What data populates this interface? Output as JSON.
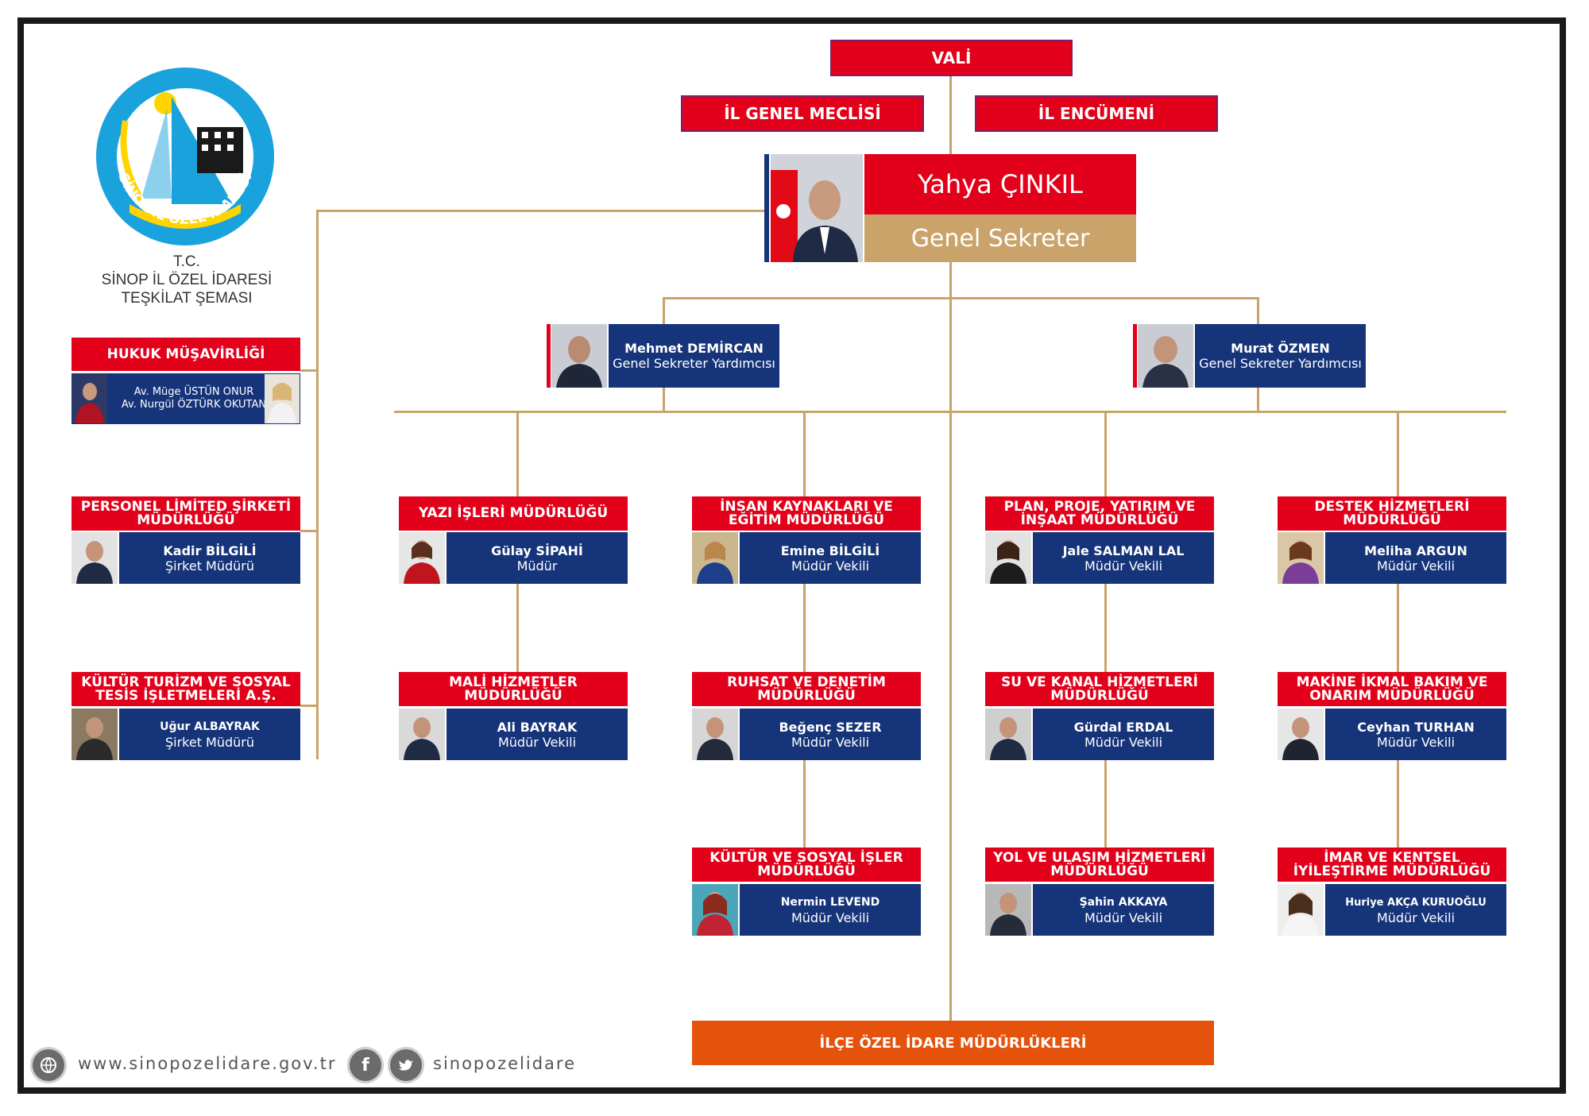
{
  "org": {
    "tc": "T.C.",
    "line1": "SİNOP İL ÖZEL İDARESİ",
    "line2": "TEŞKİLAT ŞEMASI",
    "logo_text": "SİNOP İL ÖZEL İDARESİ"
  },
  "top": {
    "vali": "VALİ",
    "meclis": "İL GENEL MECLİSİ",
    "encumen": "İL ENCÜMENİ"
  },
  "gs": {
    "name": "Yahya ÇINKIL",
    "title": "Genel Sekreter"
  },
  "gsy": [
    {
      "name": "Mehmet DEMİRCAN",
      "title": "Genel Sekreter Yardımcısı"
    },
    {
      "name": "Murat ÖZMEN",
      "title": "Genel Sekreter Yardımcısı"
    }
  ],
  "left": {
    "hukuk": {
      "unit": "HUKUK MÜŞAVİRLİĞİ",
      "p1": "Av. Müge ÜSTÜN ONUR",
      "p2": "Av. Nurgül ÖZTÜRK OKUTAN"
    },
    "personel": {
      "unit": "PERSONEL LİMİTED ŞİRKETİ MÜDÜRLÜĞÜ",
      "name": "Kadir BİLGİLİ",
      "title": "Şirket Müdürü"
    },
    "kultur_as": {
      "unit": "KÜLTÜR TURİZM VE SOSYAL TESİS İŞLETMELERİ A.Ş.",
      "name": "Uğur ALBAYRAK",
      "title": "Şirket Müdürü"
    }
  },
  "units": {
    "yazi": {
      "unit": "YAZI İŞLERİ MÜDÜRLÜĞÜ",
      "name": "Gülay SİPAHİ",
      "title": "Müdür"
    },
    "mali": {
      "unit": "MALİ HİZMETLER MÜDÜRLÜĞÜ",
      "name": "Ali BAYRAK",
      "title": "Müdür Vekili"
    },
    "insan": {
      "unit": "İNSAN KAYNAKLARI VE EĞİTİM MÜDÜRLÜĞÜ",
      "name": "Emine BİLGİLİ",
      "title": "Müdür Vekili"
    },
    "ruhsat": {
      "unit": "RUHSAT VE DENETİM MÜDÜRLÜĞÜ",
      "name": "Beğenç SEZER",
      "title": "Müdür Vekili"
    },
    "kultur": {
      "unit": "KÜLTÜR VE SOSYAL İŞLER MÜDÜRLÜĞÜ",
      "name": "Nermin LEVEND",
      "title": "Müdür Vekili"
    },
    "plan": {
      "unit": "PLAN, PROJE, YATIRIM VE İNŞAAT MÜDÜRLÜĞÜ",
      "name": "Jale SALMAN LAL",
      "title": "Müdür Vekili"
    },
    "su": {
      "unit": "SU VE KANAL HİZMETLERİ MÜDÜRLÜĞÜ",
      "name": "Gürdal ERDAL",
      "title": "Müdür Vekili"
    },
    "yol": {
      "unit": "YOL VE ULAŞIM HİZMETLERİ MÜDÜRLÜĞÜ",
      "name": "Şahin AKKAYA",
      "title": "Müdür Vekili"
    },
    "destek": {
      "unit": "DESTEK HİZMETLERİ MÜDÜRLÜĞÜ",
      "name": "Meliha ARGUN",
      "title": "Müdür Vekili"
    },
    "makine": {
      "unit": "MAKİNE İKMAL BAKIM VE ONARIM MÜDÜRLÜĞÜ",
      "name": "Ceyhan TURHAN",
      "title": "Müdür Vekili"
    },
    "imar": {
      "unit": "İMAR VE KENTSEL İYİLEŞTİRME MÜDÜRLÜĞÜ",
      "name": "Huriye AKÇA KURUOĞLU",
      "title": "Müdür Vekili"
    }
  },
  "ilce": "İLÇE ÖZEL İDARE MÜDÜRLÜKLERİ",
  "footer": {
    "website": "www.sinopozelidare.gov.tr",
    "social": "sinopozelidare"
  },
  "colors": {
    "red": "#e2001a",
    "navy": "#16347a",
    "gold": "#c9a36a",
    "orange": "#e5520b"
  },
  "icons": {
    "web": "globe-icon",
    "facebook": "facebook-icon",
    "twitter": "twitter-icon"
  }
}
